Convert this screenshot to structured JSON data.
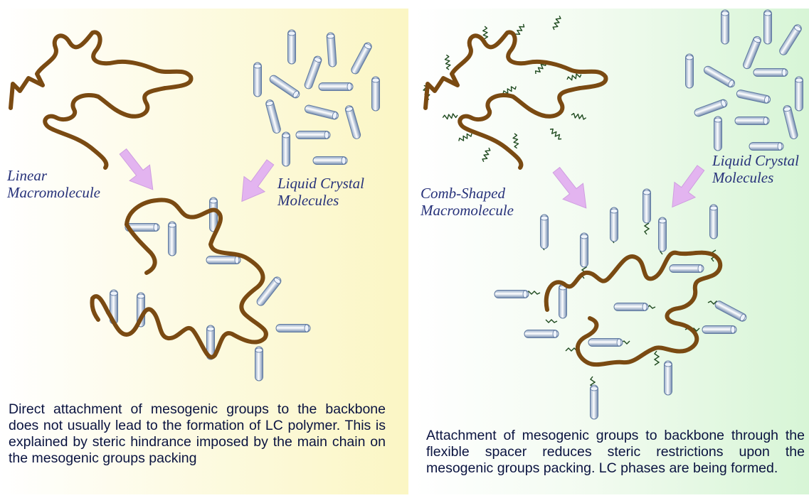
{
  "left_panel": {
    "label_linear": [
      "Linear",
      "Macromolecule"
    ],
    "label_lc": [
      "Liquid Crystal",
      "Molecules"
    ],
    "caption": "Direct attachment of mesogenic groups to the backbone does not usually lead to the formation of LC polymer. This is explained by steric hindrance imposed by the main chain on the mesogenic groups packing"
  },
  "right_panel": {
    "label_comb": [
      "Comb-Shaped",
      "Macromolecule"
    ],
    "label_lc": [
      "Liquid Crystal",
      "Molecules"
    ],
    "caption": "Attachment of mesogenic groups to backbone through the flexible spacer reduces steric restrictions upon the mesogenic groups packing. LC phases are being  formed."
  },
  "colors": {
    "backbone": "#7a4a12",
    "spacer": "#1f4a1f",
    "arrow": "#e3b4f0",
    "label_text": "#27327a",
    "caption_text": "#0a1340"
  }
}
